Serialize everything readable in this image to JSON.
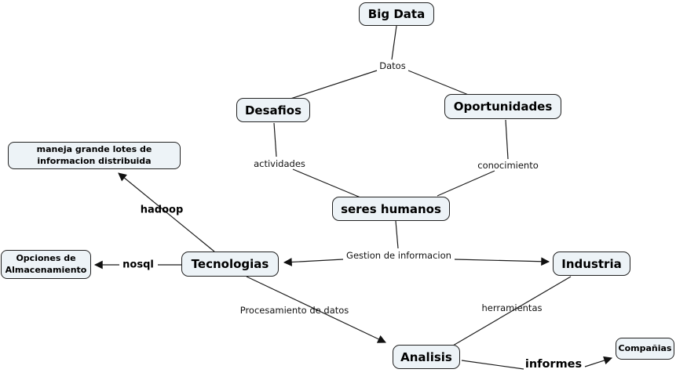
{
  "diagram": {
    "type": "concept-map",
    "topic": "Big Data",
    "colors": {
      "background": "#ffffff",
      "node_fill": "#edf3f7",
      "node_border": "#222222",
      "line": "#1c1c1c",
      "text": "#000000"
    },
    "nodes": {
      "big_data": {
        "label": "Big Data"
      },
      "desafios": {
        "label": "Desafios"
      },
      "oportunidades": {
        "label": "Oportunidades"
      },
      "maneja_lotes": {
        "label": "maneja grande lotes de informacion distribuida"
      },
      "seres_humanos": {
        "label": "seres humanos"
      },
      "opciones_almacenamiento": {
        "label": "Opciones de Almacenamiento"
      },
      "tecnologias": {
        "label": "Tecnologias"
      },
      "industria": {
        "label": "Industria"
      },
      "analisis": {
        "label": "Analisis"
      },
      "companias": {
        "label": "Compañias"
      }
    },
    "edge_labels": {
      "datos": {
        "label": "Datos"
      },
      "actividades": {
        "label": "actividades"
      },
      "conocimiento": {
        "label": "conocimiento"
      },
      "hadoop": {
        "label": "hadoop"
      },
      "nosql": {
        "label": "nosql"
      },
      "gestion": {
        "label": "Gestion de informacion"
      },
      "procesamiento": {
        "label": "Procesamiento de datos"
      },
      "herramientas": {
        "label": "herramientas"
      },
      "informes": {
        "label": "informes"
      }
    }
  }
}
